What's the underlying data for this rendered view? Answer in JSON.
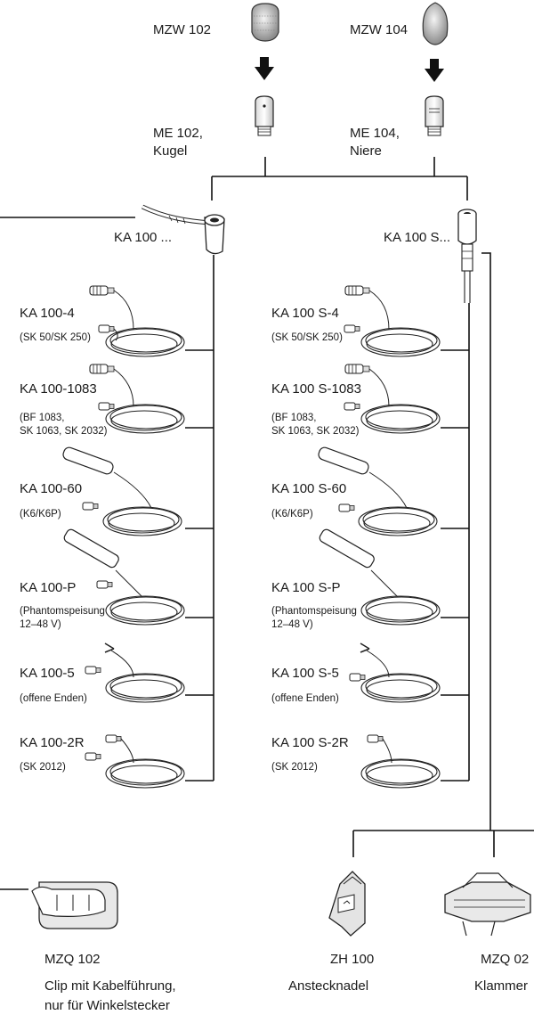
{
  "capsules": {
    "mzw102": "MZW 102",
    "mzw104": "MZW 104",
    "me102": [
      "ME 102,",
      "Kugel"
    ],
    "me104": [
      "ME 104,",
      "Niere"
    ]
  },
  "connectors": {
    "ka100": "KA 100 ...",
    "ka100s": "KA 100 S..."
  },
  "left_cables": [
    {
      "name": "KA 100-4",
      "sub": [
        "(SK 50/SK 250)"
      ]
    },
    {
      "name": "KA 100-1083",
      "sub": [
        "(BF 1083,",
        "SK 1063, SK 2032)"
      ]
    },
    {
      "name": "KA 100-60",
      "sub": [
        "(K6/K6P)"
      ]
    },
    {
      "name": "KA 100-P",
      "sub": [
        "(Phantomspeisung",
        "12–48 V)"
      ]
    },
    {
      "name": "KA 100-5",
      "sub": [
        "(offene Enden)"
      ]
    },
    {
      "name": "KA 100-2R",
      "sub": [
        "(SK 2012)"
      ]
    }
  ],
  "right_cables": [
    {
      "name": "KA 100 S-4",
      "sub": [
        "(SK 50/SK 250)"
      ]
    },
    {
      "name": "KA 100 S-1083",
      "sub": [
        "(BF 1083,",
        "SK 1063, SK 2032)"
      ]
    },
    {
      "name": "KA 100 S-60",
      "sub": [
        "(K6/K6P)"
      ]
    },
    {
      "name": "KA 100 S-P",
      "sub": [
        "(Phantomspeisung",
        "12–48 V)"
      ]
    },
    {
      "name": "KA 100 S-5",
      "sub": [
        "(offene Enden)"
      ]
    },
    {
      "name": "KA 100 S-2R",
      "sub": [
        "(SK 2012)"
      ]
    }
  ],
  "accessories": [
    {
      "name": "MZQ 102",
      "desc": [
        "Clip mit Kabelführung,",
        "nur für Winkelstecker"
      ]
    },
    {
      "name": "ZH 100",
      "desc": [
        "Anstecknadel"
      ]
    },
    {
      "name": "MZQ 02",
      "desc": [
        "Klammer"
      ]
    }
  ]
}
